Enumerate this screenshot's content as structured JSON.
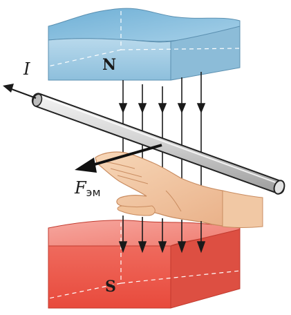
{
  "labels": {
    "north_pole": "N",
    "south_pole": "S",
    "current": "I",
    "force": "F",
    "force_subscript": "эм"
  },
  "colors": {
    "north_top": "#8fc2dc",
    "north_front": "#a9cfe4",
    "north_side": "#78abc9",
    "south_top": "#f08a80",
    "south_front": "#ee5b4d",
    "south_side": "#d9483b",
    "field_lines": "#1a1a1a",
    "conductor": "#c9c9c9",
    "hand": "#f2c7a0",
    "hand_shadow": "#d89b73"
  },
  "icons": {
    "hand": "left-hand-icon"
  }
}
